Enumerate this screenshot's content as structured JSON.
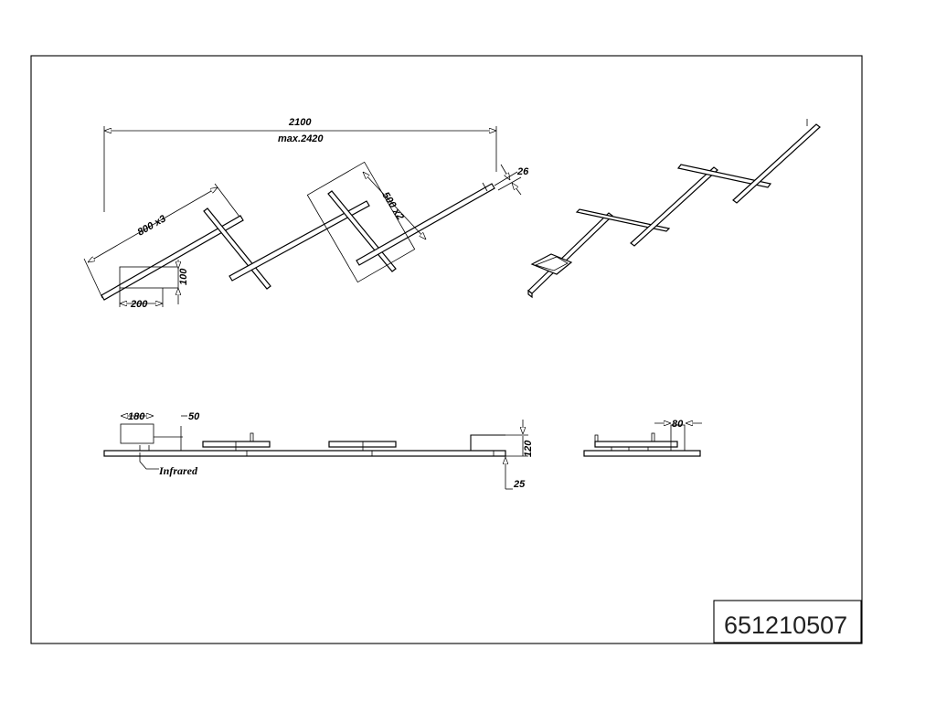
{
  "drawing": {
    "product_code": "651210507",
    "dimensions": {
      "total_length": "2100",
      "max_length": "max.2420",
      "bar_length": "800 x3",
      "cross_bar_length": "500 x2",
      "bar_width": "26",
      "sensor_width": "200",
      "sensor_height": "100",
      "side_sensor_width": "180",
      "side_offset": "50",
      "height": "120",
      "base_height": "25",
      "end_width": "80"
    },
    "labels": {
      "sensor": "Infrared"
    }
  }
}
